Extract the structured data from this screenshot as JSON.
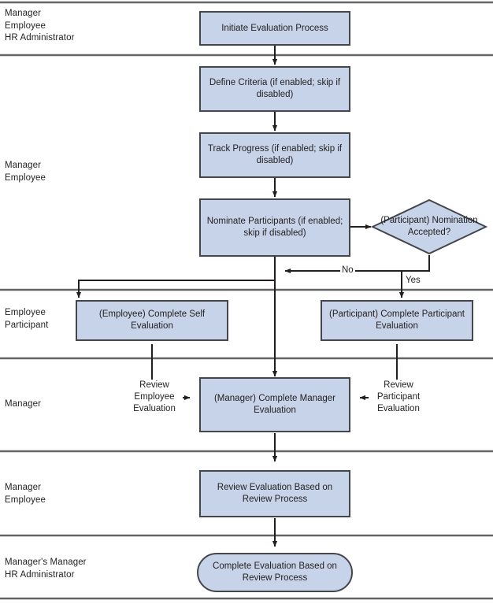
{
  "diagram": {
    "title": "Evaluation Process Flow",
    "type": "swimlane-flowchart",
    "colors": {
      "node_fill": "#c6d3e8",
      "node_border": "#43464b",
      "lane_divider": "#636466",
      "connector": "#231f20",
      "text": "#231f20",
      "background": "#ffffff"
    }
  },
  "lanes": [
    {
      "id": "lane-1",
      "label": "Manager\nEmployee\nHR Administrator"
    },
    {
      "id": "lane-2",
      "label": "Manager\nEmployee"
    },
    {
      "id": "lane-3",
      "label": "Employee\nParticipant"
    },
    {
      "id": "lane-4",
      "label": "Manager"
    },
    {
      "id": "lane-5",
      "label": "Manager\nEmployee"
    },
    {
      "id": "lane-6",
      "label": "Manager's Manager\nHR Administrator"
    }
  ],
  "nodes": {
    "initiate": {
      "label": "Initiate Evaluation Process",
      "shape": "process"
    },
    "define_criteria": {
      "label": "Define Criteria (if enabled; skip if disabled)",
      "shape": "process"
    },
    "track_progress": {
      "label": "Track Progress (if enabled; skip if disabled)",
      "shape": "process"
    },
    "nominate": {
      "label": "Nominate Participants (if enabled; skip if disabled)",
      "shape": "process"
    },
    "nomination_decision": {
      "label": "(Participant) Nomination Accepted?",
      "shape": "decision"
    },
    "self_eval": {
      "label": "(Employee) Complete Self Evaluation",
      "shape": "process"
    },
    "participant_eval": {
      "label": "(Participant) Complete Participant Evaluation",
      "shape": "process"
    },
    "manager_eval": {
      "label": "(Manager) Complete Manager Evaluation",
      "shape": "process"
    },
    "review_eval": {
      "label": "Review Evaluation Based on Review Process",
      "shape": "process"
    },
    "complete_eval": {
      "label": "Complete Evaluation Based on Review Process",
      "shape": "terminator"
    }
  },
  "edge_labels": {
    "no": "No",
    "yes": "Yes",
    "review_employee": "Review\nEmployee\nEvaluation",
    "review_participant": "Review\nParticipant\nEvaluation"
  }
}
